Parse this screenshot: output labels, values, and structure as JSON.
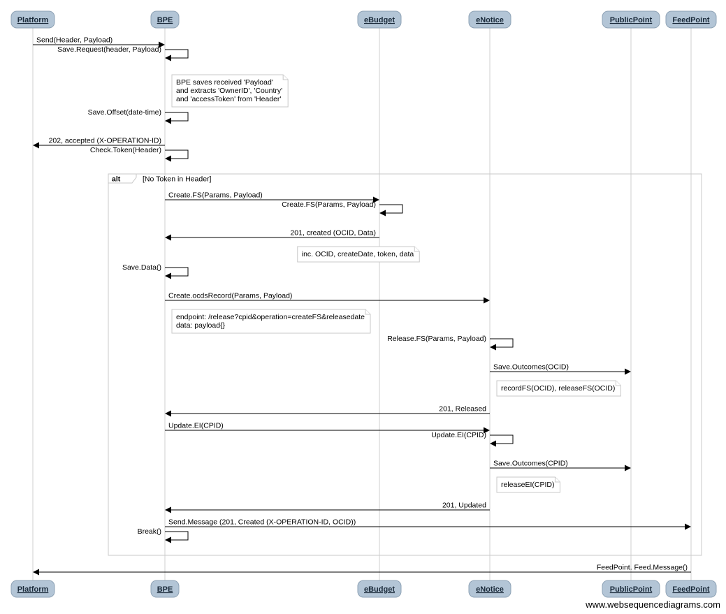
{
  "participants": [
    {
      "id": "platform",
      "name": "Platform"
    },
    {
      "id": "bpe",
      "name": "BPE"
    },
    {
      "id": "ebudget",
      "name": "eBudget"
    },
    {
      "id": "enotice",
      "name": "eNotice"
    },
    {
      "id": "publicpoint",
      "name": "PublicPoint"
    },
    {
      "id": "feedpoint",
      "name": "FeedPoint"
    }
  ],
  "messages": [
    {
      "from": "platform",
      "to": "bpe",
      "label": "Send(Header, Payload)"
    },
    {
      "from": "bpe",
      "to": "bpe",
      "label": "Save.Request(header, Payload)"
    },
    {
      "note": true,
      "over": "bpe",
      "lines": [
        "BPE saves received 'Payload'",
        "and extracts 'OwnerID', 'Country'",
        "and 'accessToken' from 'Header'"
      ]
    },
    {
      "from": "bpe",
      "to": "bpe",
      "label": "Save.Offset(date-time)"
    },
    {
      "from": "bpe",
      "to": "platform",
      "label": "202, accepted (X-OPERATION-ID)"
    },
    {
      "from": "bpe",
      "to": "bpe",
      "label": "Check.Token(Header)"
    },
    {
      "from": "bpe",
      "to": "ebudget",
      "label": "Create.FS(Params, Payload)"
    },
    {
      "from": "ebudget",
      "to": "ebudget",
      "label": "Create.FS(Params, Payload)"
    },
    {
      "from": "ebudget",
      "to": "bpe",
      "label": "201, created (OCID, Data)"
    },
    {
      "note": true,
      "over": "ebudget",
      "lines": [
        "inc. OCID, createDate, token, data"
      ]
    },
    {
      "from": "bpe",
      "to": "bpe",
      "label": "Save.Data()"
    },
    {
      "from": "bpe",
      "to": "enotice",
      "label": "Create.ocdsRecord(Params, Payload)"
    },
    {
      "note": true,
      "over": "bpe",
      "lines": [
        "endpoint: /release?cpid&operation=createFS&releasedate",
        "data: payload{}"
      ]
    },
    {
      "from": "enotice",
      "to": "enotice",
      "label": "Release.FS(Params, Payload)"
    },
    {
      "from": "enotice",
      "to": "publicpoint",
      "label": "Save.Outcomes(OCID)"
    },
    {
      "note": true,
      "over": "enotice",
      "lines": [
        "recordFS(OCID), releaseFS(OCID)"
      ]
    },
    {
      "from": "enotice",
      "to": "bpe",
      "label": "201, Released"
    },
    {
      "from": "bpe",
      "to": "enotice",
      "label": "Update.EI(CPID)"
    },
    {
      "from": "enotice",
      "to": "enotice",
      "label": "Update.EI(CPID)"
    },
    {
      "from": "enotice",
      "to": "publicpoint",
      "label": "Save.Outcomes(CPID)"
    },
    {
      "note": true,
      "over": "enotice",
      "lines": [
        "releaseEI(CPID)"
      ]
    },
    {
      "from": "enotice",
      "to": "bpe",
      "label": "201, Updated"
    },
    {
      "from": "bpe",
      "to": "feedpoint",
      "label": "Send.Message (201, Created (X-OPERATION-ID, OCID))"
    },
    {
      "from": "bpe",
      "to": "bpe",
      "label": "Break()"
    },
    {
      "from": "feedpoint",
      "to": "platform",
      "label": "FeedPoint. Feed.Message()"
    }
  ],
  "fragment": {
    "keyword": "alt",
    "guard": "[No Token in Header]"
  },
  "watermark": "www.websequencediagrams.com"
}
